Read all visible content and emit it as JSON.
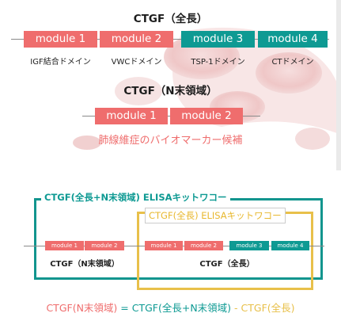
{
  "top_diagram": {
    "title": "CTGF（全長）",
    "modules": [
      {
        "label": "module 1",
        "color": "#ef6d6d"
      },
      {
        "label": "module 2",
        "color": "#ef6d6d"
      },
      {
        "label": "module 3",
        "color": "#0e9a93"
      },
      {
        "label": "module 4",
        "color": "#0e9a93"
      }
    ],
    "domains": [
      "IGF結合ドメイン",
      "VWCドメイン",
      "TSP-1ドメイン",
      "CTドメイン"
    ]
  },
  "middle_diagram": {
    "title": "CTGF（N末領域）",
    "modules": [
      {
        "label": "module 1",
        "color": "#ef6d6d"
      },
      {
        "label": "module 2",
        "color": "#ef6d6d"
      }
    ],
    "marker_text": "肺線維症のバイオマーカー候補"
  },
  "kit_diagram": {
    "kit_outer_label": "CTGF(全長+N末領域) ELISAキットワコー",
    "kit_inner_label": "CTGF(全長) ELISAキットワコー",
    "n_term": {
      "modules": [
        {
          "label": "module 1",
          "color": "#ef6d6d"
        },
        {
          "label": "module 2",
          "color": "#ef6d6d"
        }
      ],
      "label": "CTGF（N末領域）"
    },
    "full": {
      "modules": [
        {
          "label": "module 1",
          "color": "#ef6d6d"
        },
        {
          "label": "module 2",
          "color": "#ef6d6d"
        },
        {
          "label": "module 3",
          "color": "#0e9a93"
        },
        {
          "label": "module 4",
          "color": "#0e9a93"
        }
      ],
      "label": "CTGF（全長）"
    },
    "border_colors": {
      "outer": "#12958e",
      "inner": "#e8c04a"
    }
  },
  "formula": {
    "lhs": "CTGF(N末領域)",
    "equals": " = ",
    "term1": "CTGF(全長+N末領域)",
    "minus": " - ",
    "term2": "CTGF(全長)"
  }
}
